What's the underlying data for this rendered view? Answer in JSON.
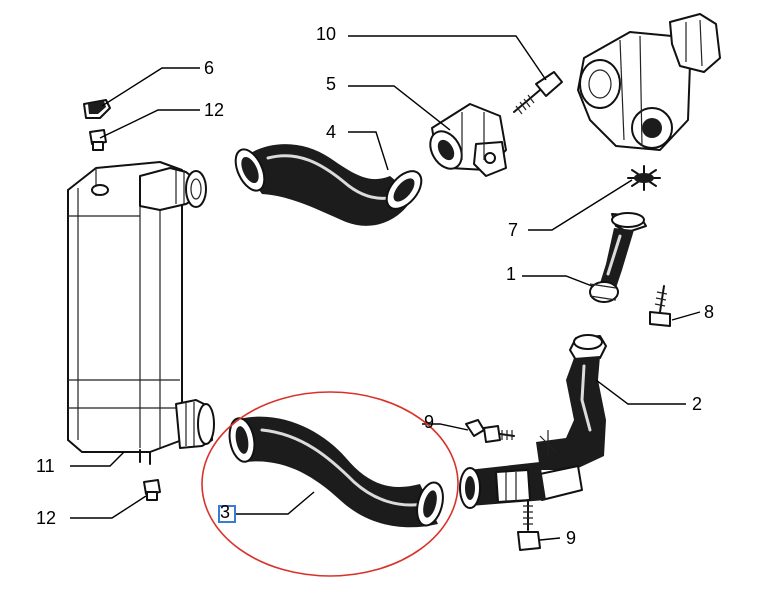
{
  "callouts": [
    {
      "id": "c10",
      "text": "10"
    },
    {
      "id": "c6",
      "text": "6"
    },
    {
      "id": "c5top",
      "text": "5"
    },
    {
      "id": "c12top",
      "text": "12"
    },
    {
      "id": "c4",
      "text": "4"
    },
    {
      "id": "c7",
      "text": "7"
    },
    {
      "id": "c1",
      "text": "1"
    },
    {
      "id": "c8",
      "text": "8"
    },
    {
      "id": "c2",
      "text": "2"
    },
    {
      "id": "c9top",
      "text": "9"
    },
    {
      "id": "c11",
      "text": "11"
    },
    {
      "id": "c12bottom",
      "text": "12"
    },
    {
      "id": "c3",
      "text": "3"
    },
    {
      "id": "c9bottom",
      "text": "9"
    }
  ],
  "highlight": {
    "color": "#d9322b",
    "selection_color": "#3a7bd5"
  }
}
